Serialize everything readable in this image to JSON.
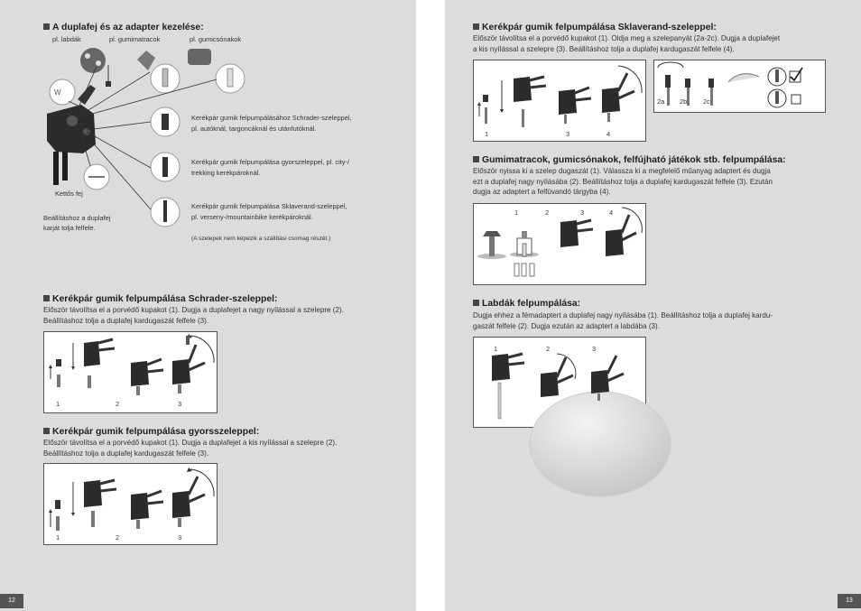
{
  "left_page": {
    "adapter_section": {
      "title": "A duplafej és az adapter kezelése:",
      "examples": [
        "pl. labdák",
        "pl. gumimatracok",
        "pl. gumicsónakok"
      ],
      "dual_head_label": "Kettős fej",
      "lever_note": [
        "Beállításhoz a duplafej",
        "karját tolja felfele."
      ],
      "callouts": [
        [
          "Kerékpár gumik felpumpálásához Schrader-szeleppel,",
          "pl. autóknál, targoncáknál és utánfutóknál."
        ],
        [
          "Kerékpár gumik felpumpálása gyorszeleppel, pl. city-/",
          "trekking kerékpároknál."
        ],
        [
          "Kerékpár gumik felpumpálása Sklaverand-szeleppel,",
          "pl. verseny-/mountainbike kerékpároknál."
        ]
      ],
      "footnote": "(A szelepek nem képezik a szállítási csomag részét.)"
    },
    "schrader_section": {
      "title": "Kerékpár gumik felpumpálása Schrader-szeleppel:",
      "lines": [
        "Először távolítsa el a porvédő kupakot (1). Dugja a duplafejet a nagy nyílással a szelepre (2).",
        "Beállításhoz tolja a duplafej kardugaszát felfele (3)."
      ],
      "steps": [
        "1",
        "2",
        "3"
      ]
    },
    "quick_section": {
      "title": "Kerékpár gumik felpumpálása gyorsszeleppel:",
      "lines": [
        "Először távolítsa el a porvédő kupakot (1). Dugja a duplafejet a kis nyílással a szelepre (2).",
        "Beállításhoz tolja a duplafej kardugaszát felfele (3)."
      ],
      "steps": [
        "1",
        "2",
        "3"
      ]
    },
    "page_number": "12"
  },
  "right_page": {
    "sklaverand_section": {
      "title": "Kerékpár gumik felpumpálása Sklaverand-szeleppel:",
      "lines": [
        "Először távolítsa el a porvédő kupakot (1). Oldja meg a szelepanyát (2a-2c). Dugja a duplafejet",
        "a kis nyílással a szelepre (3). Beállításhoz tolja a duplafej kardugaszát felfele (4)."
      ],
      "steps": [
        "1",
        "3",
        "4"
      ],
      "steps_b": [
        "2a",
        "2b",
        "2c"
      ]
    },
    "mattress_section": {
      "title": "Gumimatracok, gumicsónakok, felfújható játékok stb. felpumpálása:",
      "lines": [
        "Először nyissa ki a szelep dugaszát (1). Válassza ki a megfelelő műanyag adaptert és dugja",
        "ezt a duplafej nagy nyílásába (2). Beállításhoz tolja a duplafej kardugaszát felfele (3). Ezután",
        "dugja az adaptert a felfúvandó tárgyba (4)."
      ],
      "steps": [
        "1",
        "2",
        "3",
        "4"
      ]
    },
    "ball_section": {
      "title": "Labdák felpumpálása:",
      "lines": [
        "Dugja ehhez a fémadaptert a duplafej nagy nyílásába (1). Beállításhoz tolja a duplafej kardu-",
        "gaszát felfele (2). Dugja ezután az adaptert a labdába (3)."
      ],
      "steps": [
        "1",
        "2",
        "3"
      ]
    },
    "page_number": "13"
  }
}
